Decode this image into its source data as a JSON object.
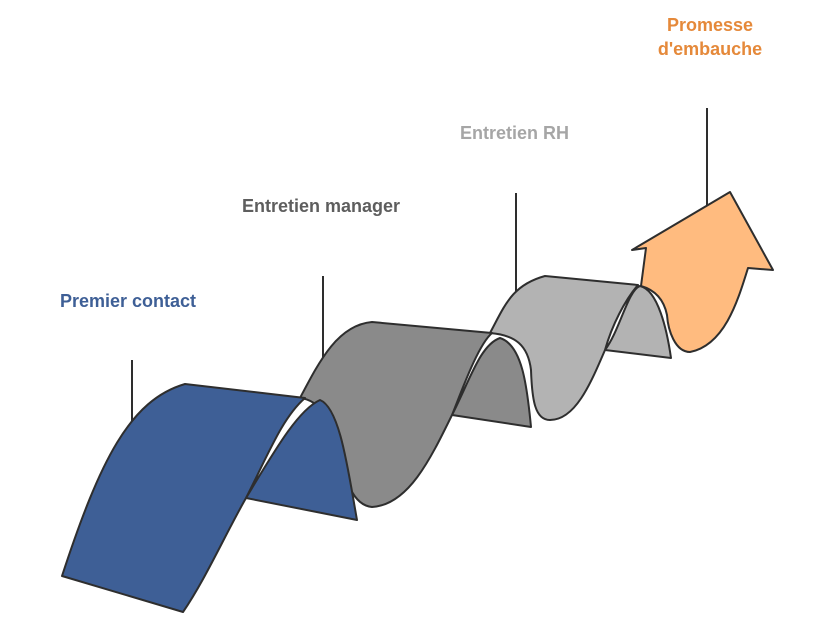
{
  "steps": [
    {
      "label": "Premier contact",
      "color": "#3e5f96"
    },
    {
      "label": "Entretien manager",
      "color": "#8a8a8a"
    },
    {
      "label": "Entretien RH",
      "color": "#b3b3b3"
    },
    {
      "label_line1": "Promesse",
      "label_line2": "d'embauche",
      "color": "#ffbb7f",
      "text_color": "#e5893a"
    }
  ],
  "label_colors": {
    "step1": "#3e5f96",
    "step2": "#5e5e5e",
    "step3": "#a6a6a6",
    "step4": "#e5893a"
  },
  "icons": {
    "step1": "wave-ribbon",
    "step2": "wave-ribbon",
    "step3": "wave-ribbon",
    "step4": "arrow-up-icon"
  }
}
